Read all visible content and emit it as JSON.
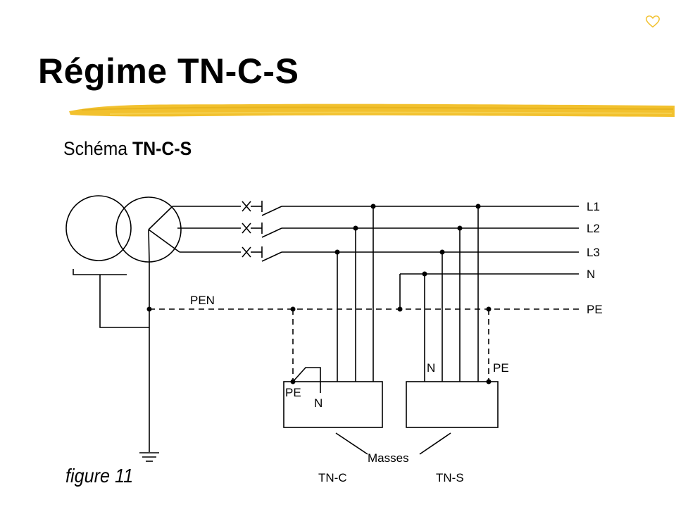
{
  "title": "Régime TN-C-S",
  "subtitle": {
    "prefix": "Schéma ",
    "bold": "TN-C-S"
  },
  "figure_label": "figure 11",
  "icons": {
    "corner": "heart-icon",
    "breakers": "breaker-cross-icon",
    "ground": "earth-ground-icon"
  },
  "colors": {
    "accent_brush": "#f2c12e",
    "ink": "#000000"
  },
  "diagram": {
    "lines": {
      "l1": "L1",
      "l2": "L2",
      "l3": "L3",
      "n": "N",
      "pe": "PE"
    },
    "pen_label": "PEN",
    "tn_c_box": {
      "pe": "PE",
      "n": "N"
    },
    "tn_s_box": {
      "n": "N",
      "pe": "PE"
    },
    "masses_label": "Masses",
    "tn_c_label": "TN-C",
    "tn_s_label": "TN-S"
  }
}
